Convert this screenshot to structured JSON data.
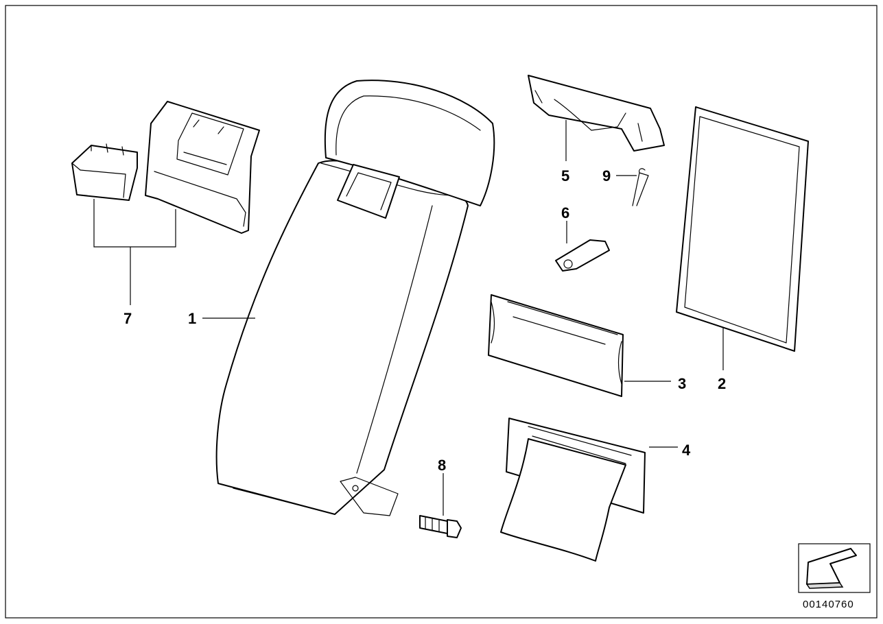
{
  "callouts": {
    "armrest": "1",
    "cover_panel": "2",
    "support_bracket": "3",
    "bracket_with_flap": "4",
    "rear_cover": "5",
    "hinge_pin": "6",
    "cup_holder_set": "7",
    "hex_bolt": "8",
    "split_pin": "9"
  },
  "document_number": "00140760",
  "icons": [
    "arrow-left-down-icon"
  ]
}
